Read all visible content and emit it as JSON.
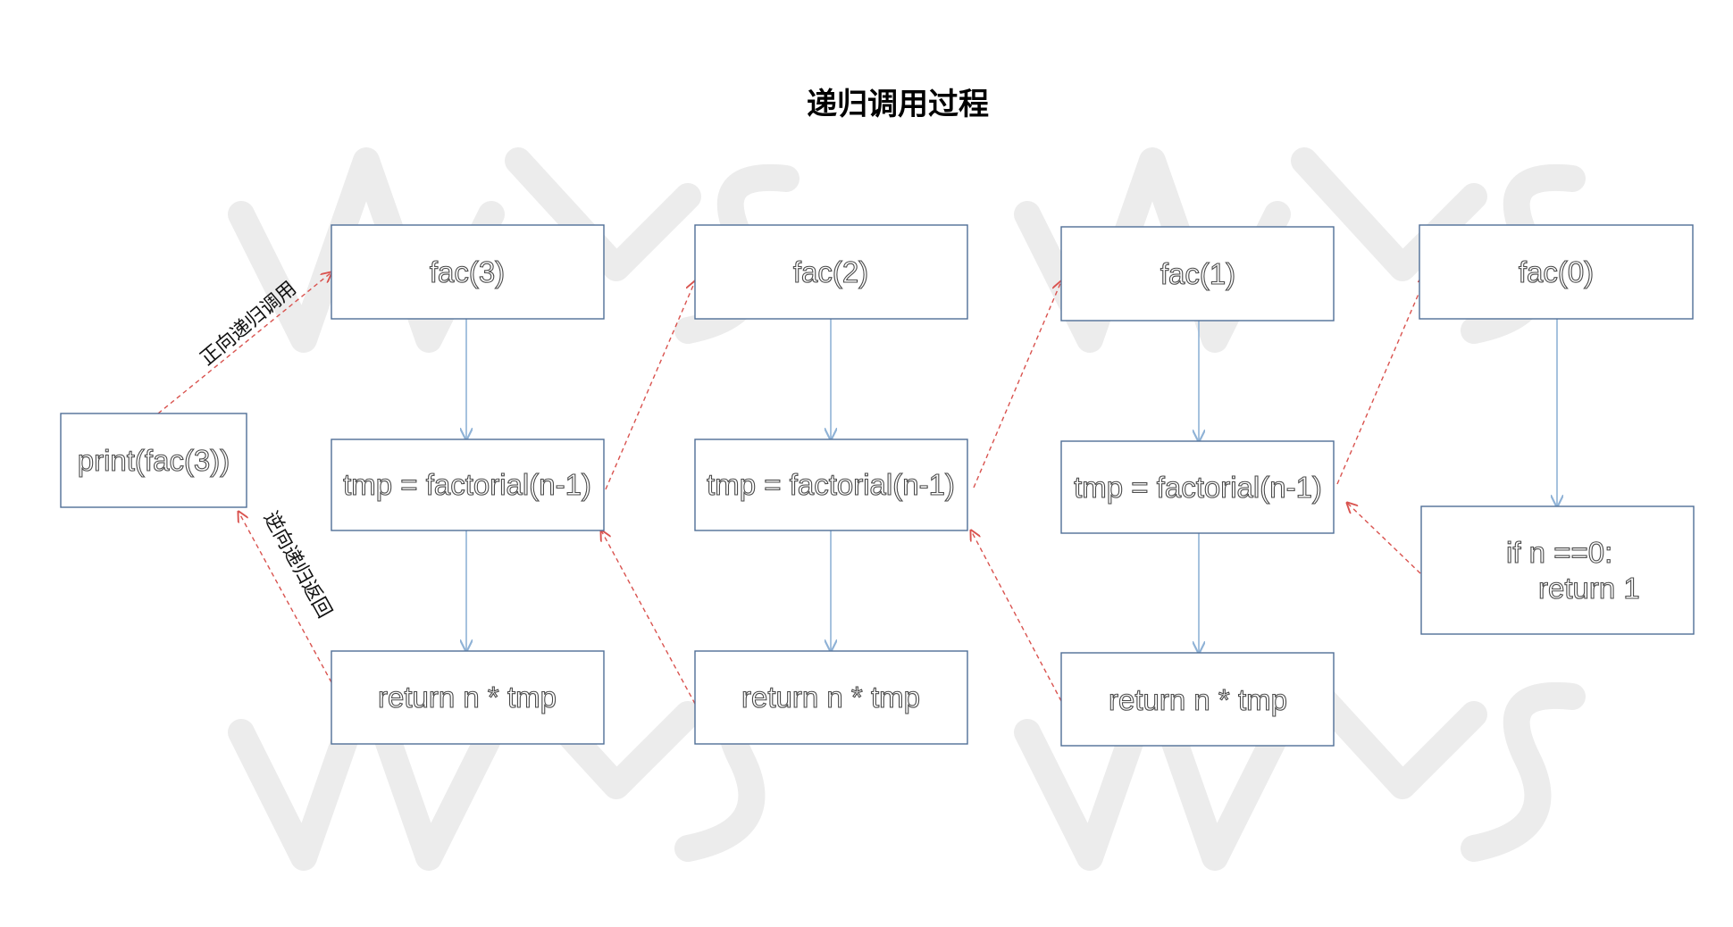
{
  "title": "递归调用过程",
  "labels": {
    "forward": "正向递归调用",
    "backward": "逆向递归返回"
  },
  "nodes": {
    "print": "print(fac(3))",
    "fac3": "fac(3)",
    "fac2": "fac(2)",
    "fac1": "fac(1)",
    "fac0": "fac(0)",
    "tmp3": "tmp = factorial(n-1)",
    "tmp2": "tmp = factorial(n-1)",
    "tmp1": "tmp = factorial(n-1)",
    "ret3": "return n * tmp",
    "ret2": "return n * tmp",
    "ret1": "return n * tmp",
    "base_line1": "if n ==0:",
    "base_line2": "return 1"
  },
  "colors": {
    "box_border": "#4f6e96",
    "flow_arrow": "#8fb2d6",
    "recursion_arrow": "#d9534f",
    "watermark": "#ececec"
  },
  "watermark": {
    "text": "WPS",
    "icon": "wps-watermark-icon"
  }
}
